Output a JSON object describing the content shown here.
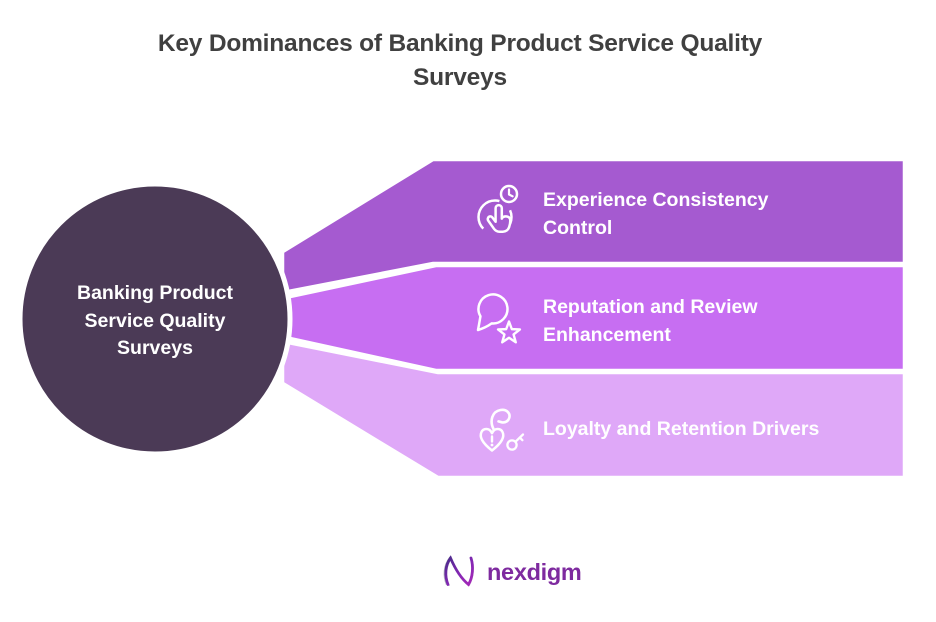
{
  "title": {
    "lines": [
      "Key Dominances of Banking Product Service Quality",
      "Surveys"
    ]
  },
  "hub": {
    "label": "Banking Product Service Quality Surveys",
    "lines": [
      "Banking Product",
      "Service Quality",
      "Surveys"
    ],
    "bg_color": "#4b3a56",
    "text_color": "#ffffff"
  },
  "items": [
    {
      "label": "Experience Consistency Control",
      "lines": [
        "Experience Consistency",
        "Control"
      ],
      "icon": "tap-clock-icon",
      "color": "#a55ad0"
    },
    {
      "label": "Reputation and Review Enhancement",
      "lines": [
        "Reputation and Review",
        "Enhancement"
      ],
      "icon": "chat-star-icon",
      "color": "#c76ef2"
    },
    {
      "label": "Loyalty and Retention Drivers",
      "lines": [
        "Loyalty and Retention Drivers"
      ],
      "icon": "heart-lock-key-icon",
      "color": "#dfa8f8"
    }
  ],
  "footer": {
    "logo_text": "nexdigm",
    "logo_color": "#7e2a9f"
  },
  "colors": {
    "background": "#ffffff",
    "title_text": "#404040",
    "label_text": "#ffffff",
    "shape_separator": "#ffffff"
  }
}
